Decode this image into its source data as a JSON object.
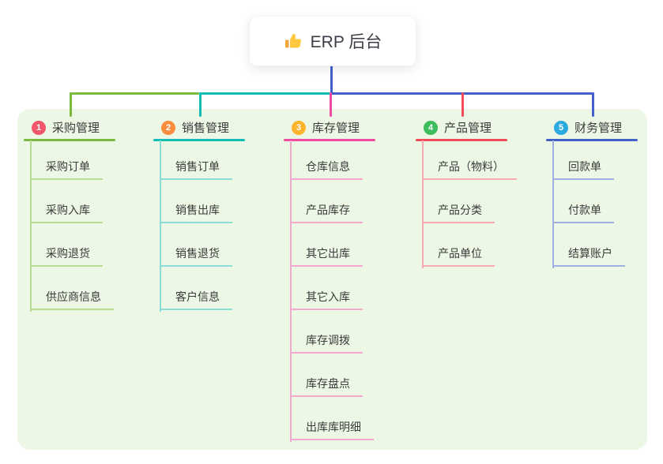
{
  "root": {
    "icon": "thumbs-up-icon",
    "title": "ERP 后台"
  },
  "colors": {
    "panel_bg": "#ECF7E5",
    "root_line": "#4161C8",
    "text": "#3b3b3b"
  },
  "branches": [
    {
      "num": "1",
      "label": "采购管理",
      "color": "#7CBA3F",
      "light_color": "#B7DD95",
      "badge_color": "#F2566B",
      "children": [
        "采购订单",
        "采购入库",
        "采购退货",
        "供应商信息"
      ]
    },
    {
      "num": "2",
      "label": "销售管理",
      "color": "#13BCB4",
      "light_color": "#8ADED7",
      "badge_color": "#FB8C3E",
      "children": [
        "销售订单",
        "销售出库",
        "销售退货",
        "客户信息"
      ]
    },
    {
      "num": "3",
      "label": "库存管理",
      "color": "#EE4BA0",
      "light_color": "#F6A9CF",
      "badge_color": "#FDB32B",
      "children": [
        "仓库信息",
        "产品库存",
        "其它出库",
        "其它入库",
        "库存调拨",
        "库存盘点",
        "出库库明细"
      ]
    },
    {
      "num": "4",
      "label": "产品管理",
      "color": "#F44B5C",
      "light_color": "#F9A9B0",
      "badge_color": "#3DBD5C",
      "children": [
        "产品（物料）",
        "产品分类",
        "产品单位"
      ]
    },
    {
      "num": "5",
      "label": "财务管理",
      "color": "#4161C8",
      "light_color": "#9FAFE2",
      "badge_color": "#2BAADF",
      "children": [
        "回款单",
        "付款单",
        "结算账户"
      ]
    }
  ]
}
